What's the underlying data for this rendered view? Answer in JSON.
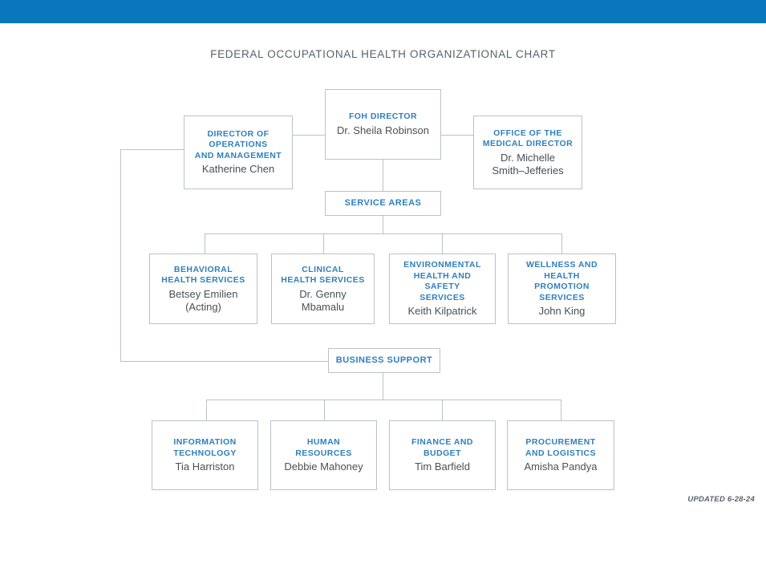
{
  "banner": {
    "color": "#0a76bd"
  },
  "title": "FEDERAL OCCUPATIONAL HEALTH ORGANIZATIONAL CHART",
  "colors": {
    "title_blue": "#2e7fbb",
    "name_gray": "#4a5055",
    "line_gray": "#bcc1c6",
    "banner_blue": "#0a76bd"
  },
  "nodes": {
    "director": {
      "title": "FOH DIRECTOR",
      "name": "Dr. Sheila Robinson"
    },
    "operations": {
      "title": "DIRECTOR OF\nOPERATIONS\nAND MANAGEMENT",
      "name": "Katherine Chen"
    },
    "medical": {
      "title": "OFFICE OF THE\nMEDICAL DIRECTOR",
      "name": "Dr. Michelle\nSmith–Jefferies"
    },
    "service_areas_header": {
      "title": "SERVICE AREAS"
    },
    "business_support_header": {
      "title": "BUSINESS SUPPORT"
    }
  },
  "service_areas": [
    {
      "title": "BEHAVIORAL\nHEALTH SERVICES",
      "name": "Betsey Emilien\n(Acting)"
    },
    {
      "title": "CLINICAL\nHEALTH SERVICES",
      "name": "Dr. Genny\nMbamalu"
    },
    {
      "title": "ENVIRONMENTAL\nHEALTH AND SAFETY\nSERVICES",
      "name": "Keith Kilpatrick"
    },
    {
      "title": "WELLNESS AND\nHEALTH\nPROMOTION SERVICES",
      "name": "John King"
    }
  ],
  "business_support": [
    {
      "title": "INFORMATION\nTECHNOLOGY",
      "name": "Tia Harriston"
    },
    {
      "title": "HUMAN\nRESOURCES",
      "name": "Debbie Mahoney"
    },
    {
      "title": "FINANCE AND\nBUDGET",
      "name": "Tim Barfield"
    },
    {
      "title": "PROCUREMENT\nAND LOGISTICS",
      "name": "Amisha Pandya"
    }
  ],
  "footer": {
    "updated": "UPDATED 6-28-24"
  }
}
